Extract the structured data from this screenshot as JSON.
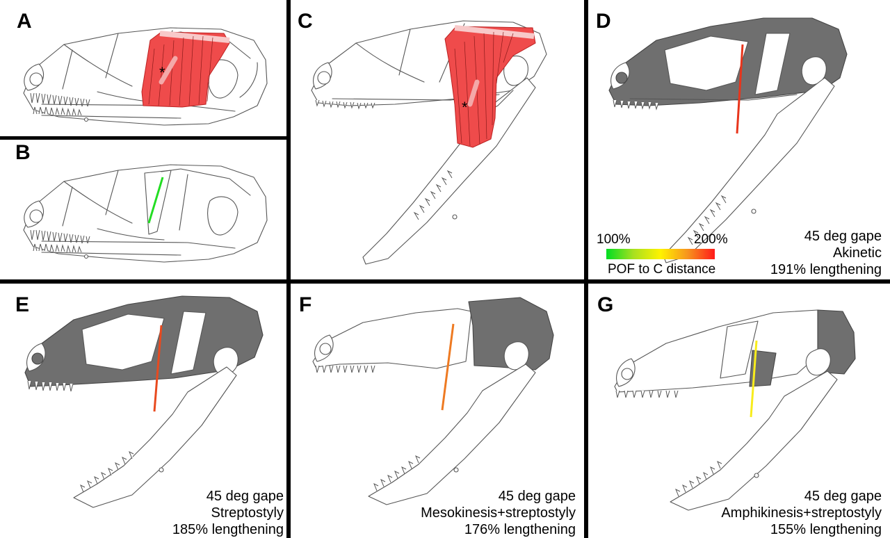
{
  "panels": [
    {
      "id": "A",
      "letter": "A"
    },
    {
      "id": "B",
      "letter": "B"
    },
    {
      "id": "C",
      "letter": "C"
    },
    {
      "id": "D",
      "letter": "D",
      "caption": [
        "45 deg gape",
        "Akinetic",
        "191% lengthening"
      ],
      "distance_color": "#e8351c"
    },
    {
      "id": "E",
      "letter": "E",
      "caption": [
        "45 deg gape",
        "Streptostyly",
        "185% lengthening"
      ],
      "distance_color": "#e84a1f"
    },
    {
      "id": "F",
      "letter": "F",
      "caption": [
        "45 deg gape",
        "Mesokinesis+streptostyly",
        "176% lengthening"
      ],
      "distance_color": "#ee7a22"
    },
    {
      "id": "G",
      "letter": "G",
      "caption": [
        "45 deg gape",
        "Amphikinesis+streptostyly",
        "155% lengthening"
      ],
      "distance_color": "#f8ec1c"
    }
  ],
  "panel_B_distance_color": "#22dd22",
  "legend": {
    "min_label": "100%",
    "max_label": "200%",
    "label": "POF to C distance",
    "gradient": [
      "#00dd22",
      "#a8e020",
      "#fff200",
      "#f7941d",
      "#ff1a1a"
    ]
  },
  "colors": {
    "muscle": "#ef4b4b",
    "bone_highlight": "#6f6f6f",
    "bone_outline": "#555555"
  },
  "markers": {
    "muscle_center": "*"
  }
}
